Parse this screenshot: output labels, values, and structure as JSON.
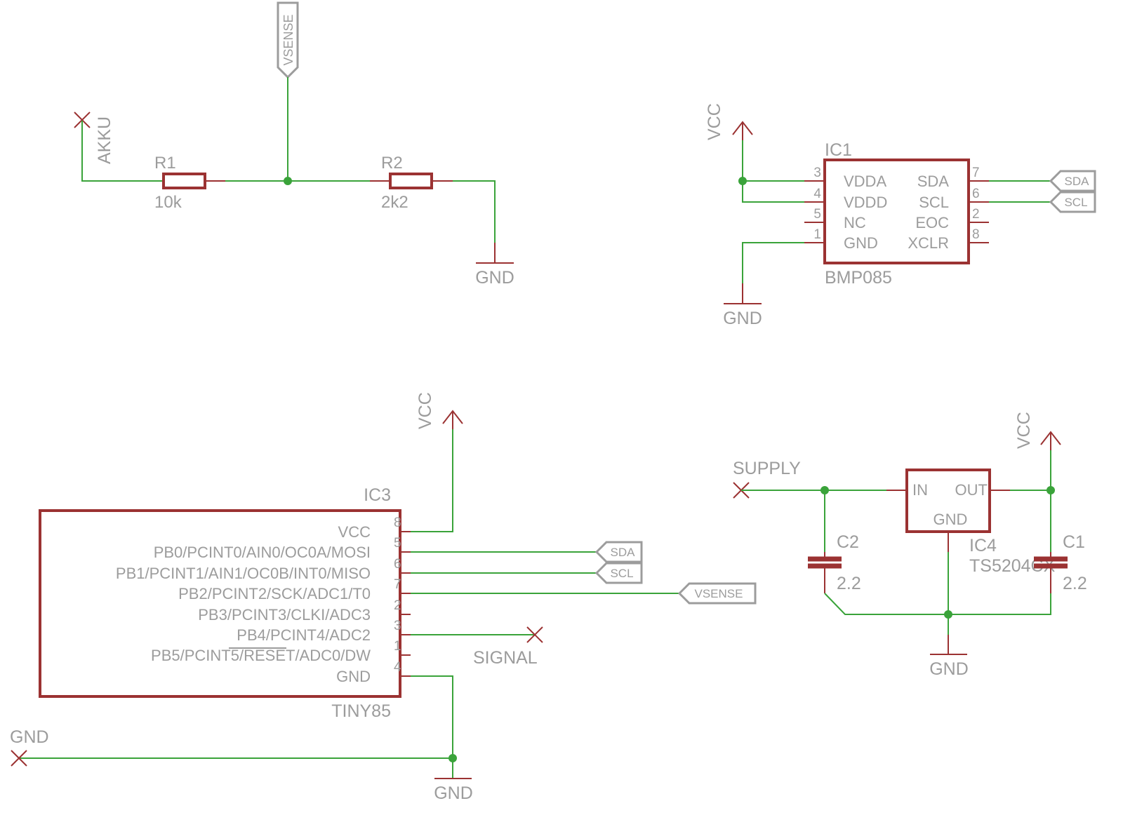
{
  "parts": {
    "r1": {
      "name": "R1",
      "value": "10k"
    },
    "r2": {
      "name": "R2",
      "value": "2k2"
    },
    "ic1": {
      "name": "IC1",
      "value": "BMP085",
      "left_pins": [
        {
          "num": "3",
          "label": "VDDA"
        },
        {
          "num": "4",
          "label": "VDDD"
        },
        {
          "num": "5",
          "label": "NC"
        },
        {
          "num": "1",
          "label": "GND"
        }
      ],
      "right_pins": [
        {
          "num": "7",
          "label": "SDA"
        },
        {
          "num": "6",
          "label": "SCL"
        },
        {
          "num": "2",
          "label": "EOC"
        },
        {
          "num": "8",
          "label": "XCLR"
        }
      ]
    },
    "ic3": {
      "name": "IC3",
      "value": "TINY85",
      "pins": [
        {
          "num": "8",
          "label": "VCC"
        },
        {
          "num": "5",
          "label": "PB0/PCINT0/AIN0/OC0A/MOSI"
        },
        {
          "num": "6",
          "label": "PB1/PCINT1/AIN1/OC0B/INT0/MISO"
        },
        {
          "num": "7",
          "label": "PB2/PCINT2/SCK/ADC1/T0"
        },
        {
          "num": "2",
          "label": "PB3/PCINT3/CLKI/ADC3"
        },
        {
          "num": "3",
          "label": "PB4/PCINT4/ADC2"
        },
        {
          "num": "1",
          "label": "PB5/PCINT5/RESET/ADC0/DW"
        },
        {
          "num": "4",
          "label": "GND"
        }
      ]
    },
    "ic4": {
      "name": "IC4",
      "value": "TS5204CX",
      "in": "IN",
      "out": "OUT",
      "gnd": "GND"
    },
    "c1": {
      "name": "C1",
      "value": "2.2"
    },
    "c2": {
      "name": "C2",
      "value": "2.2"
    }
  },
  "nets": {
    "vsense": "VSENSE",
    "akku": "AKKU",
    "gnd": "GND",
    "vcc": "VCC",
    "sda": "SDA",
    "scl": "SCL",
    "signal": "SIGNAL",
    "supply": "SUPPLY"
  },
  "colors": {
    "wire": "#3aa33a",
    "part": "#9b3232",
    "text": "#9c9c9c"
  }
}
